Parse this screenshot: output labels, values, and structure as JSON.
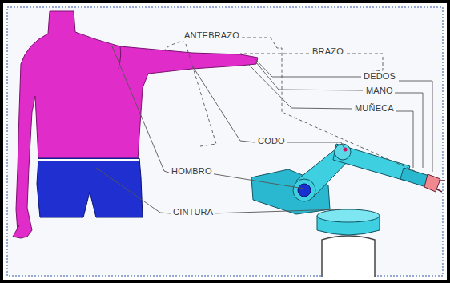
{
  "diagram": {
    "labels": [
      "ANTEBRAZO",
      "BRAZO",
      "DEDOS",
      "MANO",
      "MUÑECA",
      "CODO",
      "HOMBRO",
      "CINTURA"
    ]
  }
}
